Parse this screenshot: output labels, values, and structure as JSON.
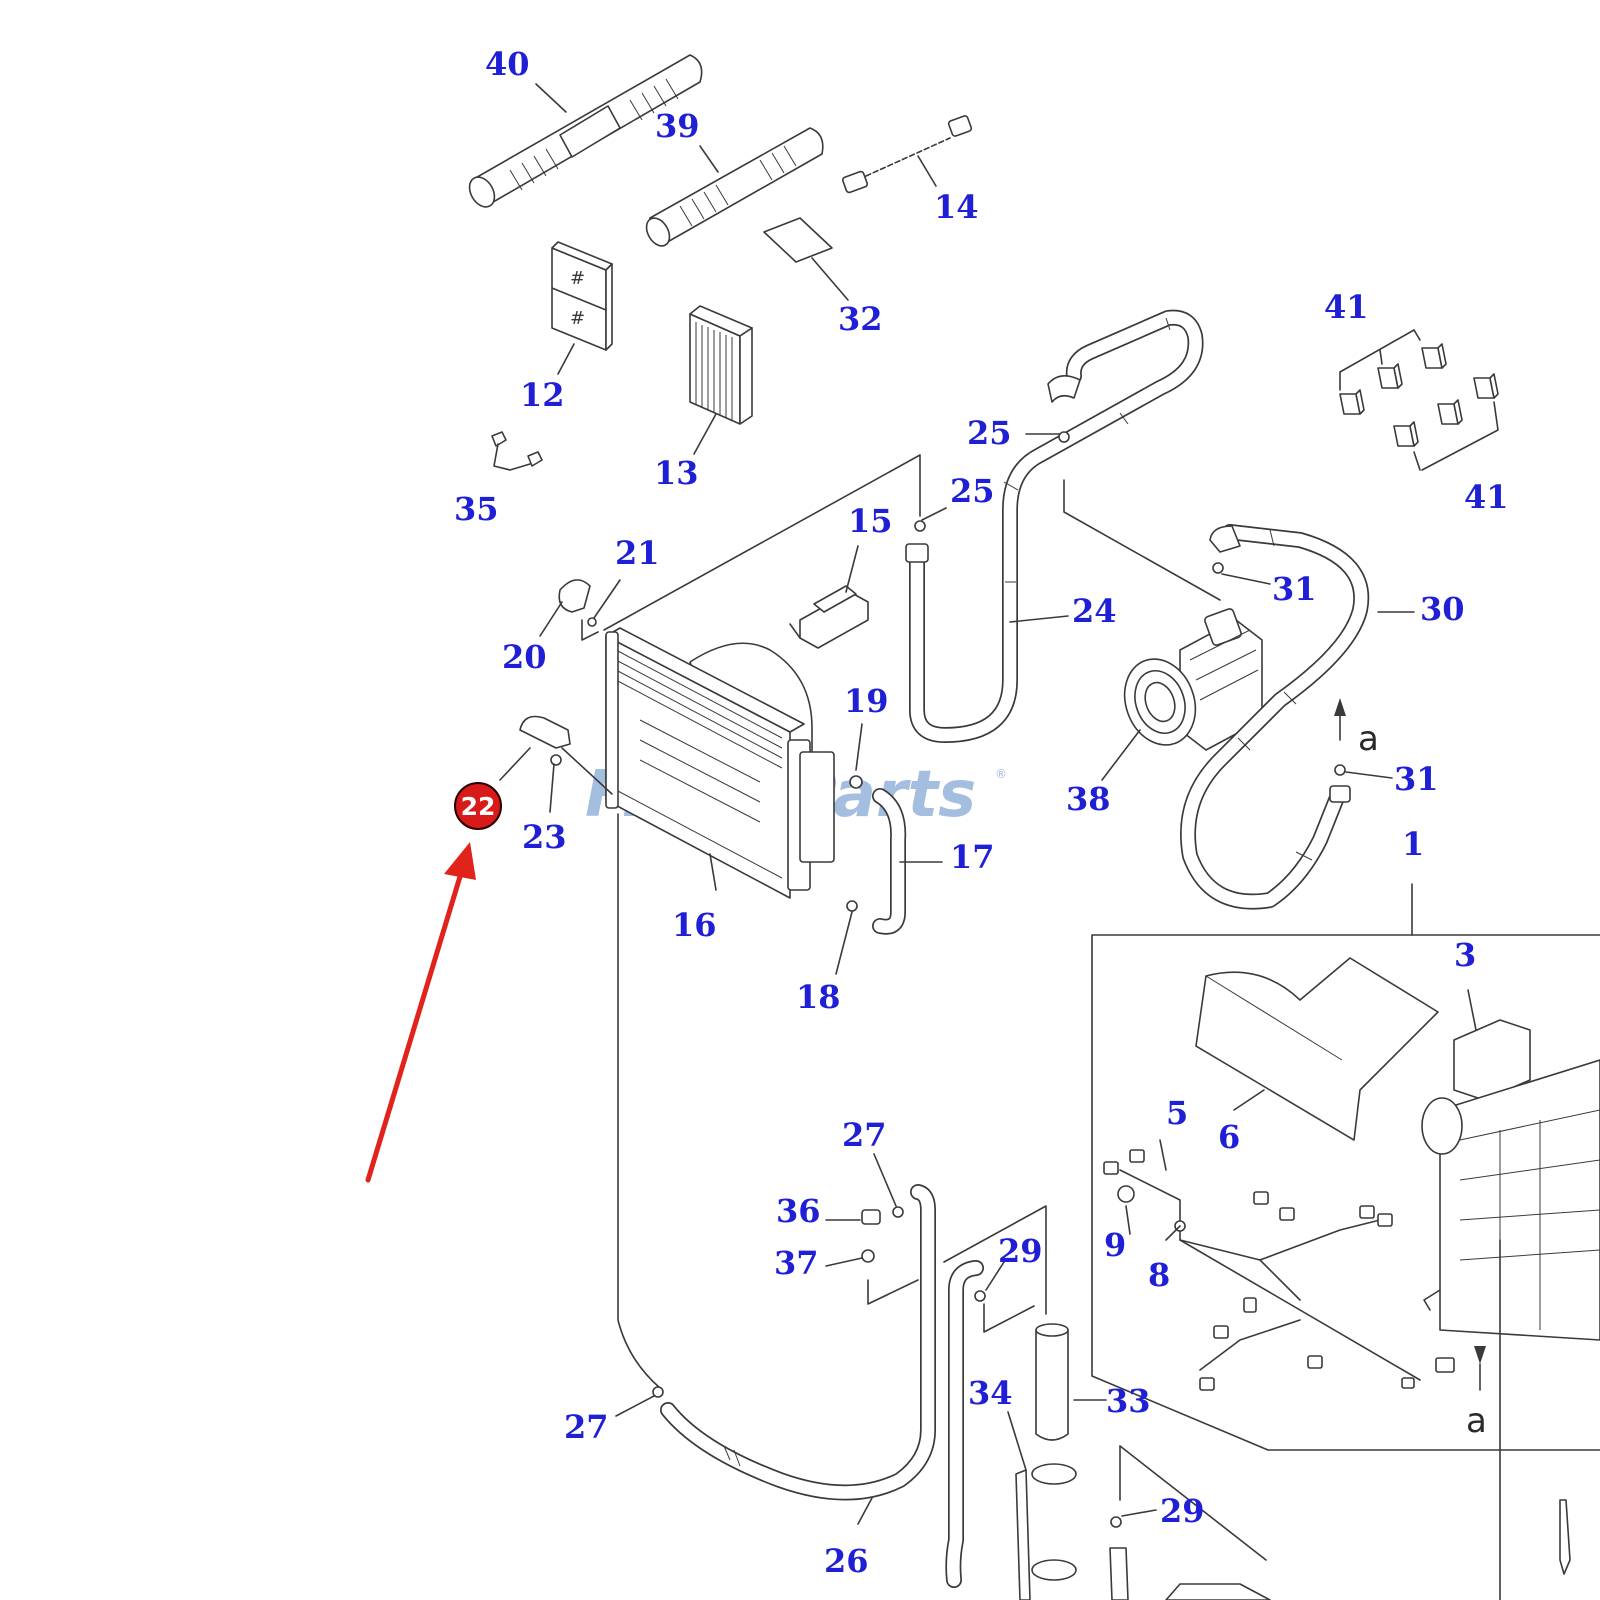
{
  "watermark": {
    "part1": "Friday",
    "part2": "Parts",
    "registered_mark": "®",
    "color": "#86a9d6",
    "accent_color": "#f2a51a"
  },
  "label_color": "#1f1fd6",
  "highlight": {
    "part_number": "22",
    "badge_color": "#d81a1a",
    "arrow_color": "#e0241c"
  },
  "view_arrow_label": "a",
  "part_labels": [
    "40",
    "39",
    "14",
    "32",
    "12",
    "13",
    "35",
    "41",
    "41",
    "25",
    "25",
    "15",
    "21",
    "20",
    "24",
    "31",
    "30",
    "19",
    "38",
    "31",
    "23",
    "17",
    "16",
    "18",
    "1",
    "3",
    "6",
    "5",
    "9",
    "8",
    "27",
    "36",
    "37",
    "29",
    "27",
    "34",
    "33",
    "26",
    "29"
  ]
}
